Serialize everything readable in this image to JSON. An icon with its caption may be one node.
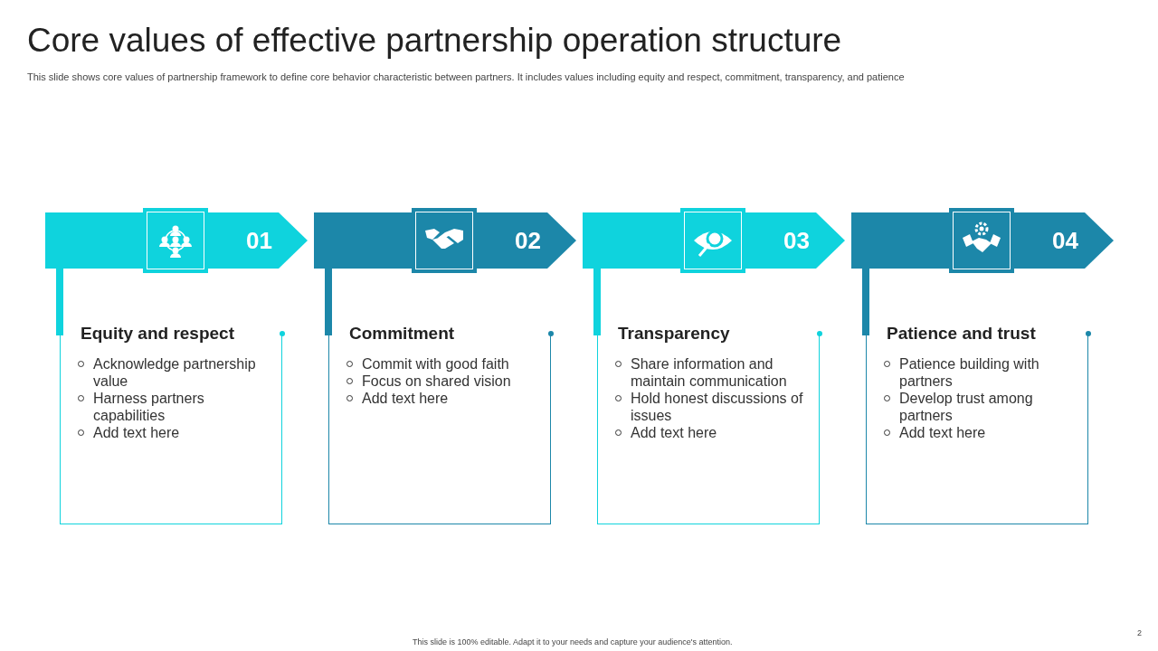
{
  "diagram": {
    "title": "Core values of effective partnership operation structure",
    "nodes": [
      {
        "text": [
          "01"
        ]
      },
      {
        "text": [
          "02"
        ]
      },
      {
        "text": [
          "03"
        ]
      },
      {
        "text": [
          "04"
        ]
      },
      {
        "text": [
          "Equity and respect",
          "Acknowledge partnership value",
          "Harness partners capabilities",
          "Add text here"
        ]
      },
      {
        "text": [
          "Commitment",
          "Commit with good faith",
          "Focus on shared vision",
          "Add text here"
        ]
      },
      {
        "text": [
          "Transparency",
          "Share information and maintain communication",
          "Hold honest discussions of issues",
          "Add text here"
        ]
      },
      {
        "text": [
          "Patience and trust",
          "Patience building with partners",
          "Develop trust among partners",
          "Add text here"
        ]
      }
    ],
    "labels": [
      "This slide shows core values of partnership framework to define core behavior characteristic between partners. It includes values including equity and respect, commitment, transparency, and patience",
      "This slide is 100% editable. Adapt it to your needs and capture your audience's attention.",
      "2"
    ]
  }
}
